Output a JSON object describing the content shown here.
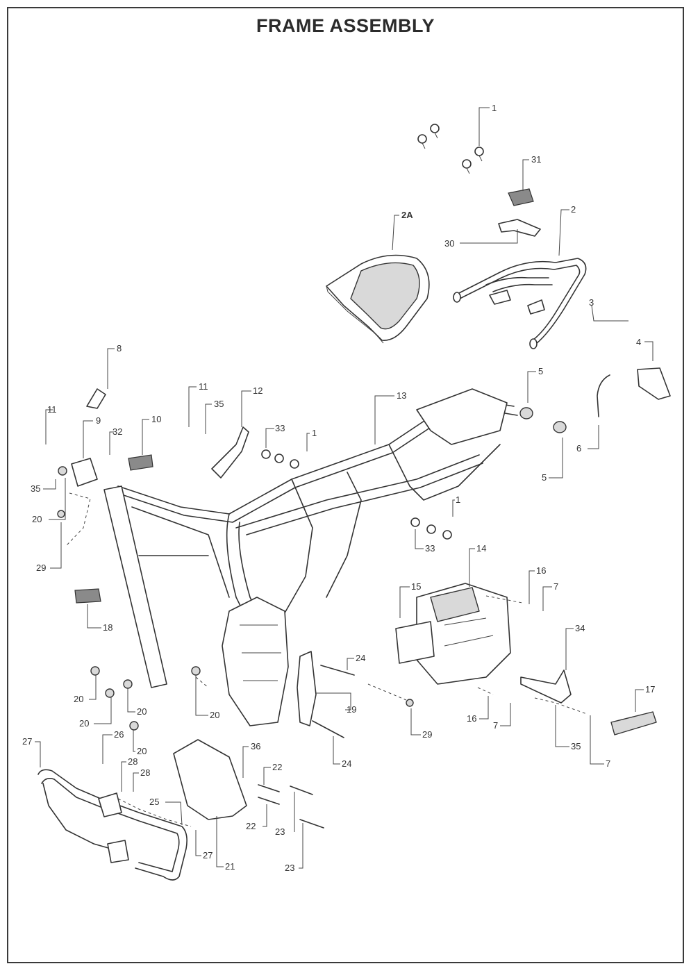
{
  "title": "FRAME ASSEMBLY",
  "callouts": [
    "1",
    "2A",
    "30",
    "31",
    "2",
    "3",
    "4",
    "5",
    "5",
    "6",
    "8",
    "11",
    "35",
    "9",
    "32",
    "10",
    "11",
    "35",
    "12",
    "33",
    "1",
    "13",
    "20",
    "29",
    "1",
    "33",
    "14",
    "15",
    "16",
    "7",
    "34",
    "17",
    "18",
    "24",
    "19",
    "29",
    "16",
    "7",
    "35",
    "7",
    "20",
    "20",
    "20",
    "20",
    "20",
    "27",
    "26",
    "28",
    "28",
    "36",
    "22",
    "22",
    "23",
    "23",
    "25",
    "27",
    "21",
    "24"
  ],
  "icons": [
    "bolt-icon",
    "washer-icon",
    "nut-icon"
  ]
}
